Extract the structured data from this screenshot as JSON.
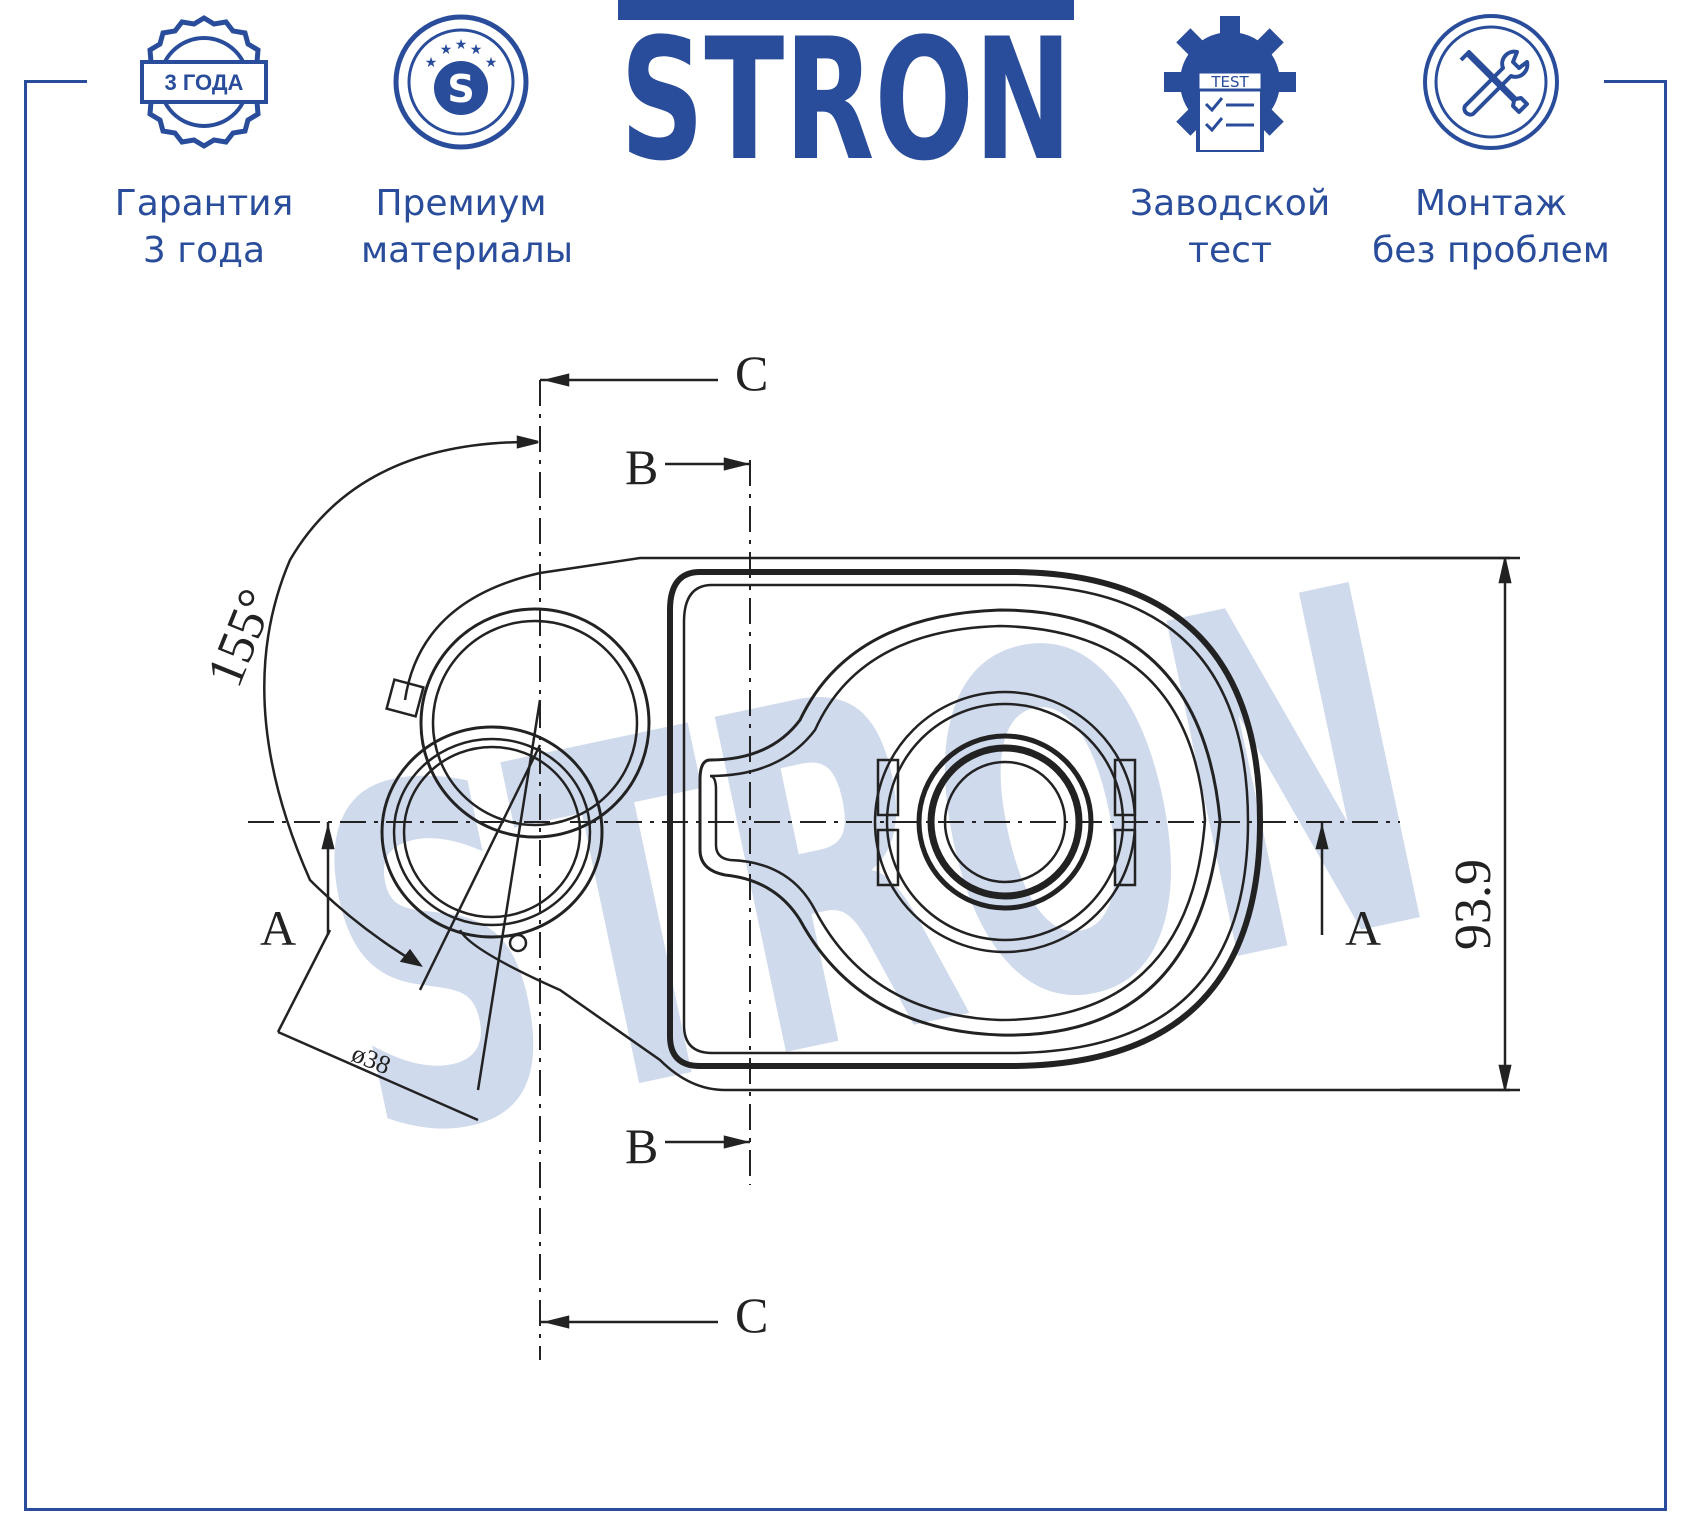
{
  "brand": {
    "logo_text": "STRON",
    "color": "#2a4d9b",
    "watermark_text": "STRON",
    "watermark_color": "#c8d3ea"
  },
  "badges": [
    {
      "icon": "warranty-seal-icon",
      "seal_text": "3 ГОДА",
      "line1": "Гарантия",
      "line2": "3 года"
    },
    {
      "icon": "premium-s-icon",
      "seal_text": "S",
      "line1": "Премиум",
      "line2": "материалы"
    },
    {
      "icon": "gear-test-icon",
      "seal_text": "TEST",
      "line1": "Заводской",
      "line2": "тест"
    },
    {
      "icon": "wrench-screwdriver-icon",
      "line1": "Монтаж",
      "line2": "без проблем"
    }
  ],
  "drawing": {
    "section_labels": [
      "C",
      "B",
      "A",
      "A",
      "B",
      "C"
    ],
    "angle_label": "155°",
    "diameter_label": "ø38",
    "height_label": "93.9"
  }
}
